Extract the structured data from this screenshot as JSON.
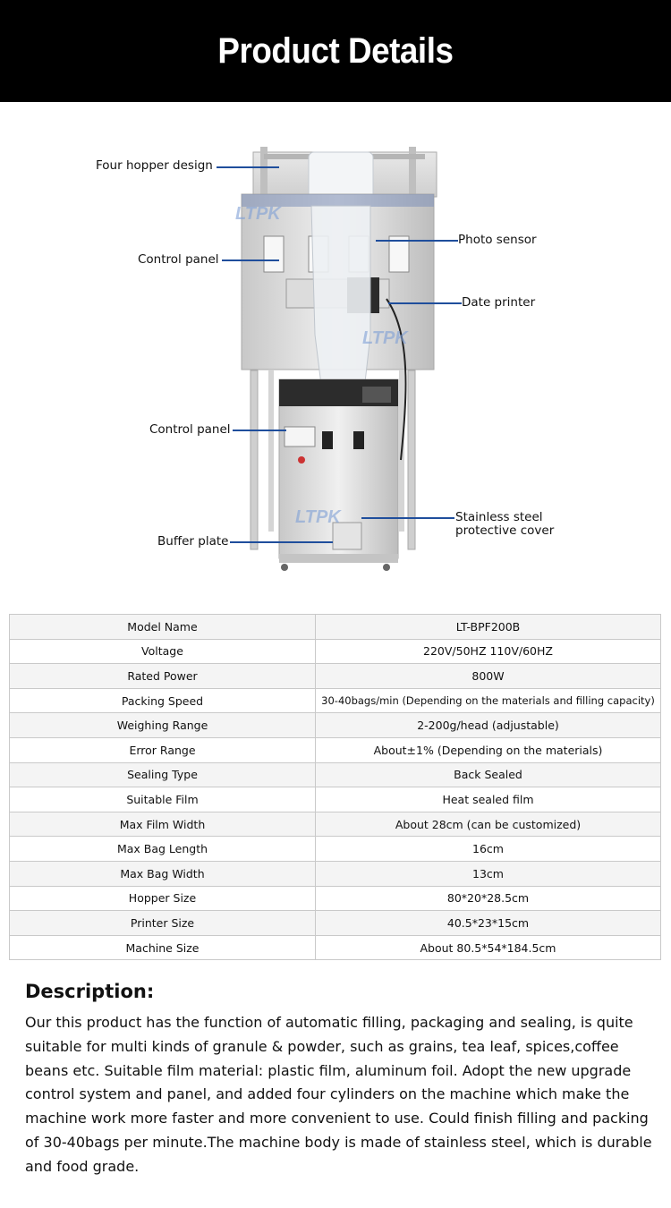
{
  "header": {
    "title": "Product Details"
  },
  "figure": {
    "watermark": "LTPK",
    "callouts": {
      "four_hopper": "Four hopper design",
      "control_panel_upper": "Control panel",
      "photo_sensor": "Photo sensor",
      "date_printer": "Date printer",
      "control_panel_lower": "Control panel",
      "stainless_cover": "Stainless steel\nprotective cover",
      "buffer_plate": "Buffer plate"
    }
  },
  "specs": [
    {
      "key": "Model Name",
      "value": "LT-BPF200B"
    },
    {
      "key": "Voltage",
      "value": "220V/50HZ 110V/60HZ"
    },
    {
      "key": "Rated Power",
      "value": "800W"
    },
    {
      "key": "Packing Speed",
      "value": "30-40bags/min (Depending on the materials and filling capacity)"
    },
    {
      "key": "Weighing Range",
      "value": "2-200g/head (adjustable)"
    },
    {
      "key": "Error Range",
      "value": "About±1% (Depending on the materials)"
    },
    {
      "key": "Sealing Type",
      "value": "Back Sealed"
    },
    {
      "key": "Suitable Film",
      "value": "Heat sealed film"
    },
    {
      "key": "Max Film Width",
      "value": "About 28cm (can be customized)"
    },
    {
      "key": "Max Bag Length",
      "value": "16cm"
    },
    {
      "key": "Max Bag Width",
      "value": "13cm"
    },
    {
      "key": "Hopper Size",
      "value": "80*20*28.5cm"
    },
    {
      "key": "Printer Size",
      "value": "40.5*23*15cm"
    },
    {
      "key": "Machine Size",
      "value": "About 80.5*54*184.5cm"
    }
  ],
  "description": {
    "title": "Description:",
    "body": "Our this product has the function of automatic filling, packaging and sealing, is quite suitable for multi kinds of granule & powder, such as grains, tea leaf, spices,coffee beans etc. Suitable film material: plastic film, aluminum foil. Adopt the new upgrade control system and panel, and added four cylinders on the machine which make the machine work more faster and more convenient to use. Could finish filling and packing of 30-40bags per minute.The machine body is made of stainless steel, which is durable and food grade."
  },
  "colors": {
    "header_bg": "#000000",
    "leader_line": "#1f4e9c",
    "steel": "#d9d9d9"
  }
}
